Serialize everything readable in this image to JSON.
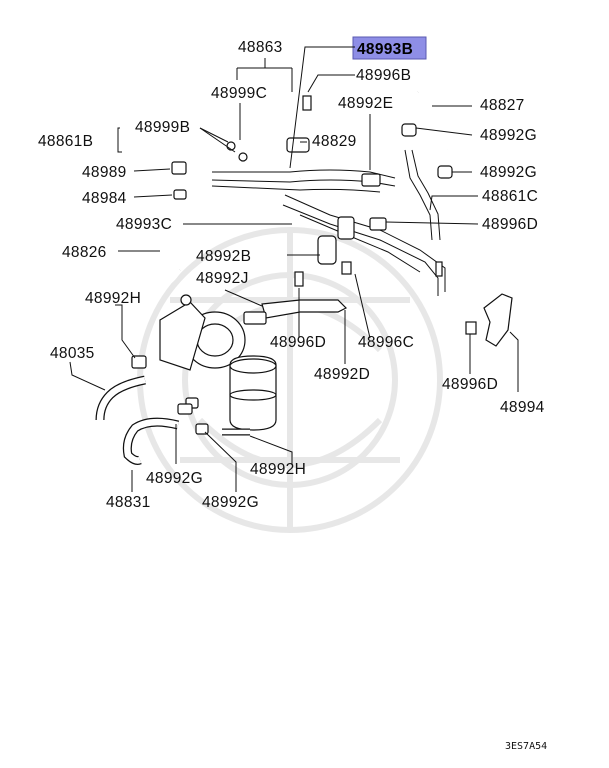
{
  "diagram_code": "3ES7A54",
  "highlight": {
    "label": "48993B",
    "fill": "#8e8ee6",
    "border": "#5a5ab0"
  },
  "labels": {
    "p48863": "48863",
    "p48993B": "48993B",
    "p48996B": "48996B",
    "p48999C": "48999C",
    "p48992E": "48992E",
    "p48827": "48827",
    "p48861B": "48861B",
    "p48999B": "48999B",
    "p48829": "48829",
    "p48992G_a": "48992G",
    "p48989": "48989",
    "p48992G_b": "48992G",
    "p48984": "48984",
    "p48861C": "48861C",
    "p48993C": "48993C",
    "p48996D_a": "48996D",
    "p48826": "48826",
    "p48992B": "48992B",
    "p48992J": "48992J",
    "p48992H_a": "48992H",
    "p48996D_b": "48996D",
    "p48996C": "48996C",
    "p48035": "48035",
    "p48992D": "48992D",
    "p48996D_c": "48996D",
    "p48994": "48994",
    "p48992H_b": "48992H",
    "p48992G_c": "48992G",
    "p48831": "48831",
    "p48992G_d": "48992G"
  }
}
